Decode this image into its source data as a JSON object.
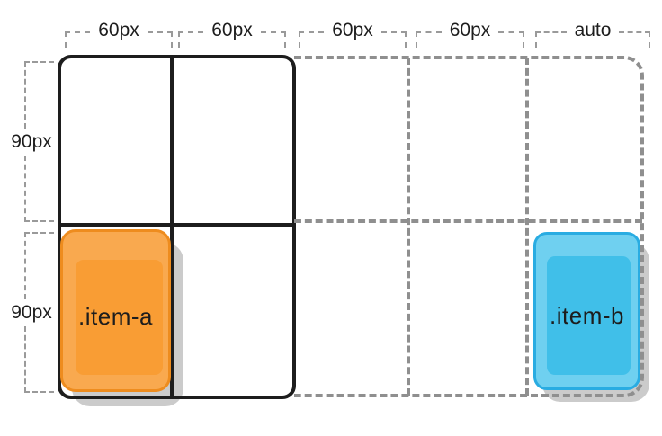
{
  "diagram": {
    "column_labels": [
      "60px",
      "60px",
      "60px",
      "60px",
      "auto"
    ],
    "row_labels": [
      "90px",
      "90px"
    ],
    "items": [
      {
        "label": ".item-a",
        "fill": "#f9a94f",
        "inner": "#f99d34",
        "border": "#ee8c1e"
      },
      {
        "label": ".item-b",
        "fill": "#6fd0f0",
        "inner": "#40bfe9",
        "border": "#29ace2"
      }
    ],
    "colors": {
      "text": "#1d1d1d",
      "explicit_line": "#1d1d1d",
      "implicit_line": "#8f8f8f",
      "bracket": "#9a9a9a",
      "shadow": "#cbcbcb",
      "item_a_fill": "#f9a94f",
      "item_a_inner": "#f99d34",
      "item_a_border": "#ee8c1e",
      "item_b_fill": "#6fd0f0",
      "item_b_inner": "#40bfe9",
      "item_b_border": "#29ace2"
    }
  }
}
